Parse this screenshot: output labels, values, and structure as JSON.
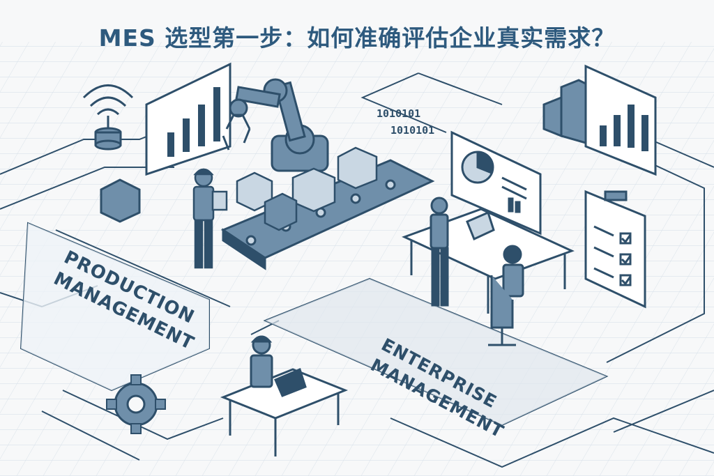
{
  "title": "MES 选型第一步：如何准确评估企业真实需求？",
  "zones": {
    "production": {
      "line1": "PRODUCTION",
      "line2": "MANAGEMENT"
    },
    "enterprise": {
      "line1": "ENTERPRISE",
      "line2": "MANAGEMENT"
    }
  },
  "binary_text": "1010101",
  "colors": {
    "ink": "#2e4f6a",
    "fill": "#6f8faa",
    "light_fill": "#c9d7e3",
    "panel": "#eef3f7",
    "title": "#2e5a7e"
  },
  "icons": [
    "wifi-sensor-icon",
    "bar-chart-icon",
    "robot-arm-icon",
    "conveyor-icon",
    "box-icon",
    "worker-icon",
    "pie-chart-icon",
    "clipboard-checklist-icon",
    "gear-icon",
    "laptop-icon",
    "building-icon"
  ]
}
